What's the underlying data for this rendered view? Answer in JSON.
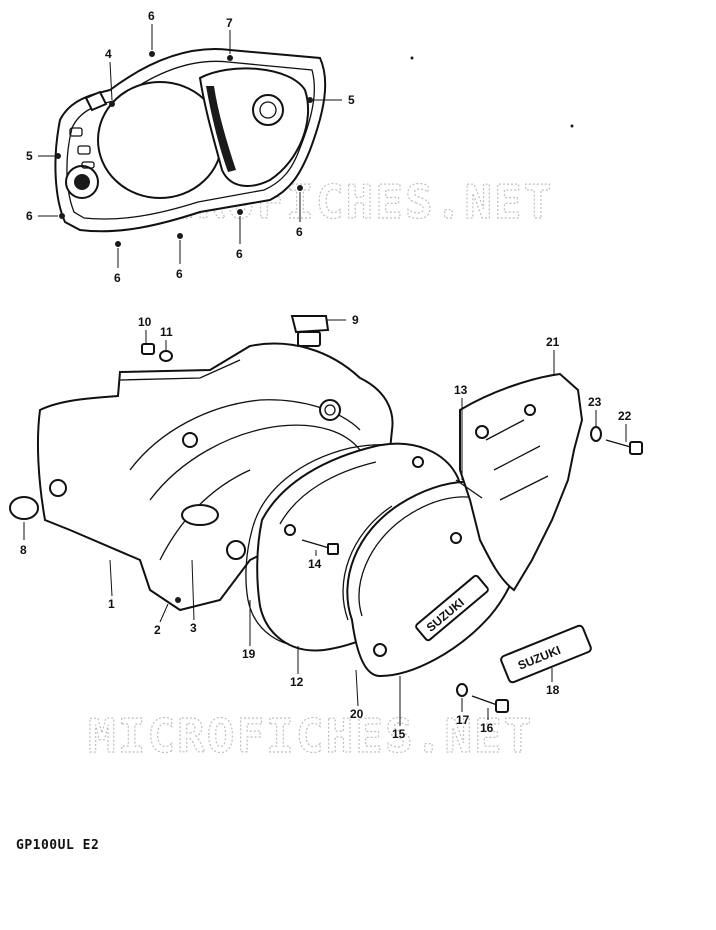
{
  "watermarks": [
    "MICROFICHES.NET",
    "MICROFICHES.NET"
  ],
  "model_code": "GP100UL E2",
  "callouts": {
    "p6a": "6",
    "p7": "7",
    "p4": "4",
    "p5a": "5",
    "p5b": "5",
    "p6b": "6",
    "p6c": "6",
    "p6d": "6",
    "p6e": "6",
    "p6f": "6",
    "p10": "10",
    "p11": "11",
    "p9": "9",
    "p21": "21",
    "p13": "13",
    "p23": "23",
    "p22": "22",
    "p8": "8",
    "p14": "14",
    "p1": "1",
    "p2": "2",
    "p3": "3",
    "p19": "19",
    "p12": "12",
    "p20": "20",
    "p15": "15",
    "p17": "17",
    "p16": "16",
    "p18": "18"
  },
  "emblem_text": "SUZUKI"
}
